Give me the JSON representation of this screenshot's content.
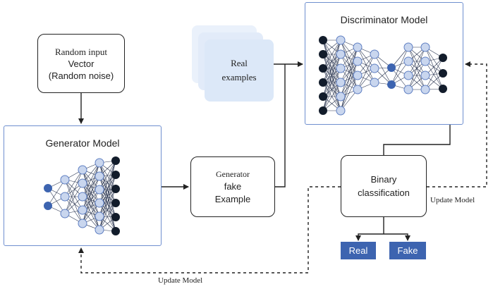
{
  "nodes": {
    "random_input": {
      "line1": "Random input",
      "line2": "Vector",
      "line3": "(Random noise)"
    },
    "generator_model": {
      "title": "Generator Model"
    },
    "generator_fake": {
      "line1": "Generator",
      "line2": "fake",
      "line3": "Example"
    },
    "real_examples": {
      "line1": "Real",
      "line2": "examples"
    },
    "discriminator_model": {
      "title": "Discriminator Model"
    },
    "binary_classification": {
      "line1": "Binary",
      "line2": "classification"
    },
    "output_real": {
      "label": "Real"
    },
    "output_fake": {
      "label": "Fake"
    }
  },
  "edge_labels": {
    "update_model_right": "Update Model",
    "update_model_bottom": "Update Model"
  },
  "colors": {
    "node_dark": "#121c2b",
    "node_light": "#c9d6ee",
    "node_mid": "#3d64b0",
    "panel_border": "#6f8fcf",
    "tag_fill": "#3d64b0",
    "real_card": "#dce8f8"
  }
}
